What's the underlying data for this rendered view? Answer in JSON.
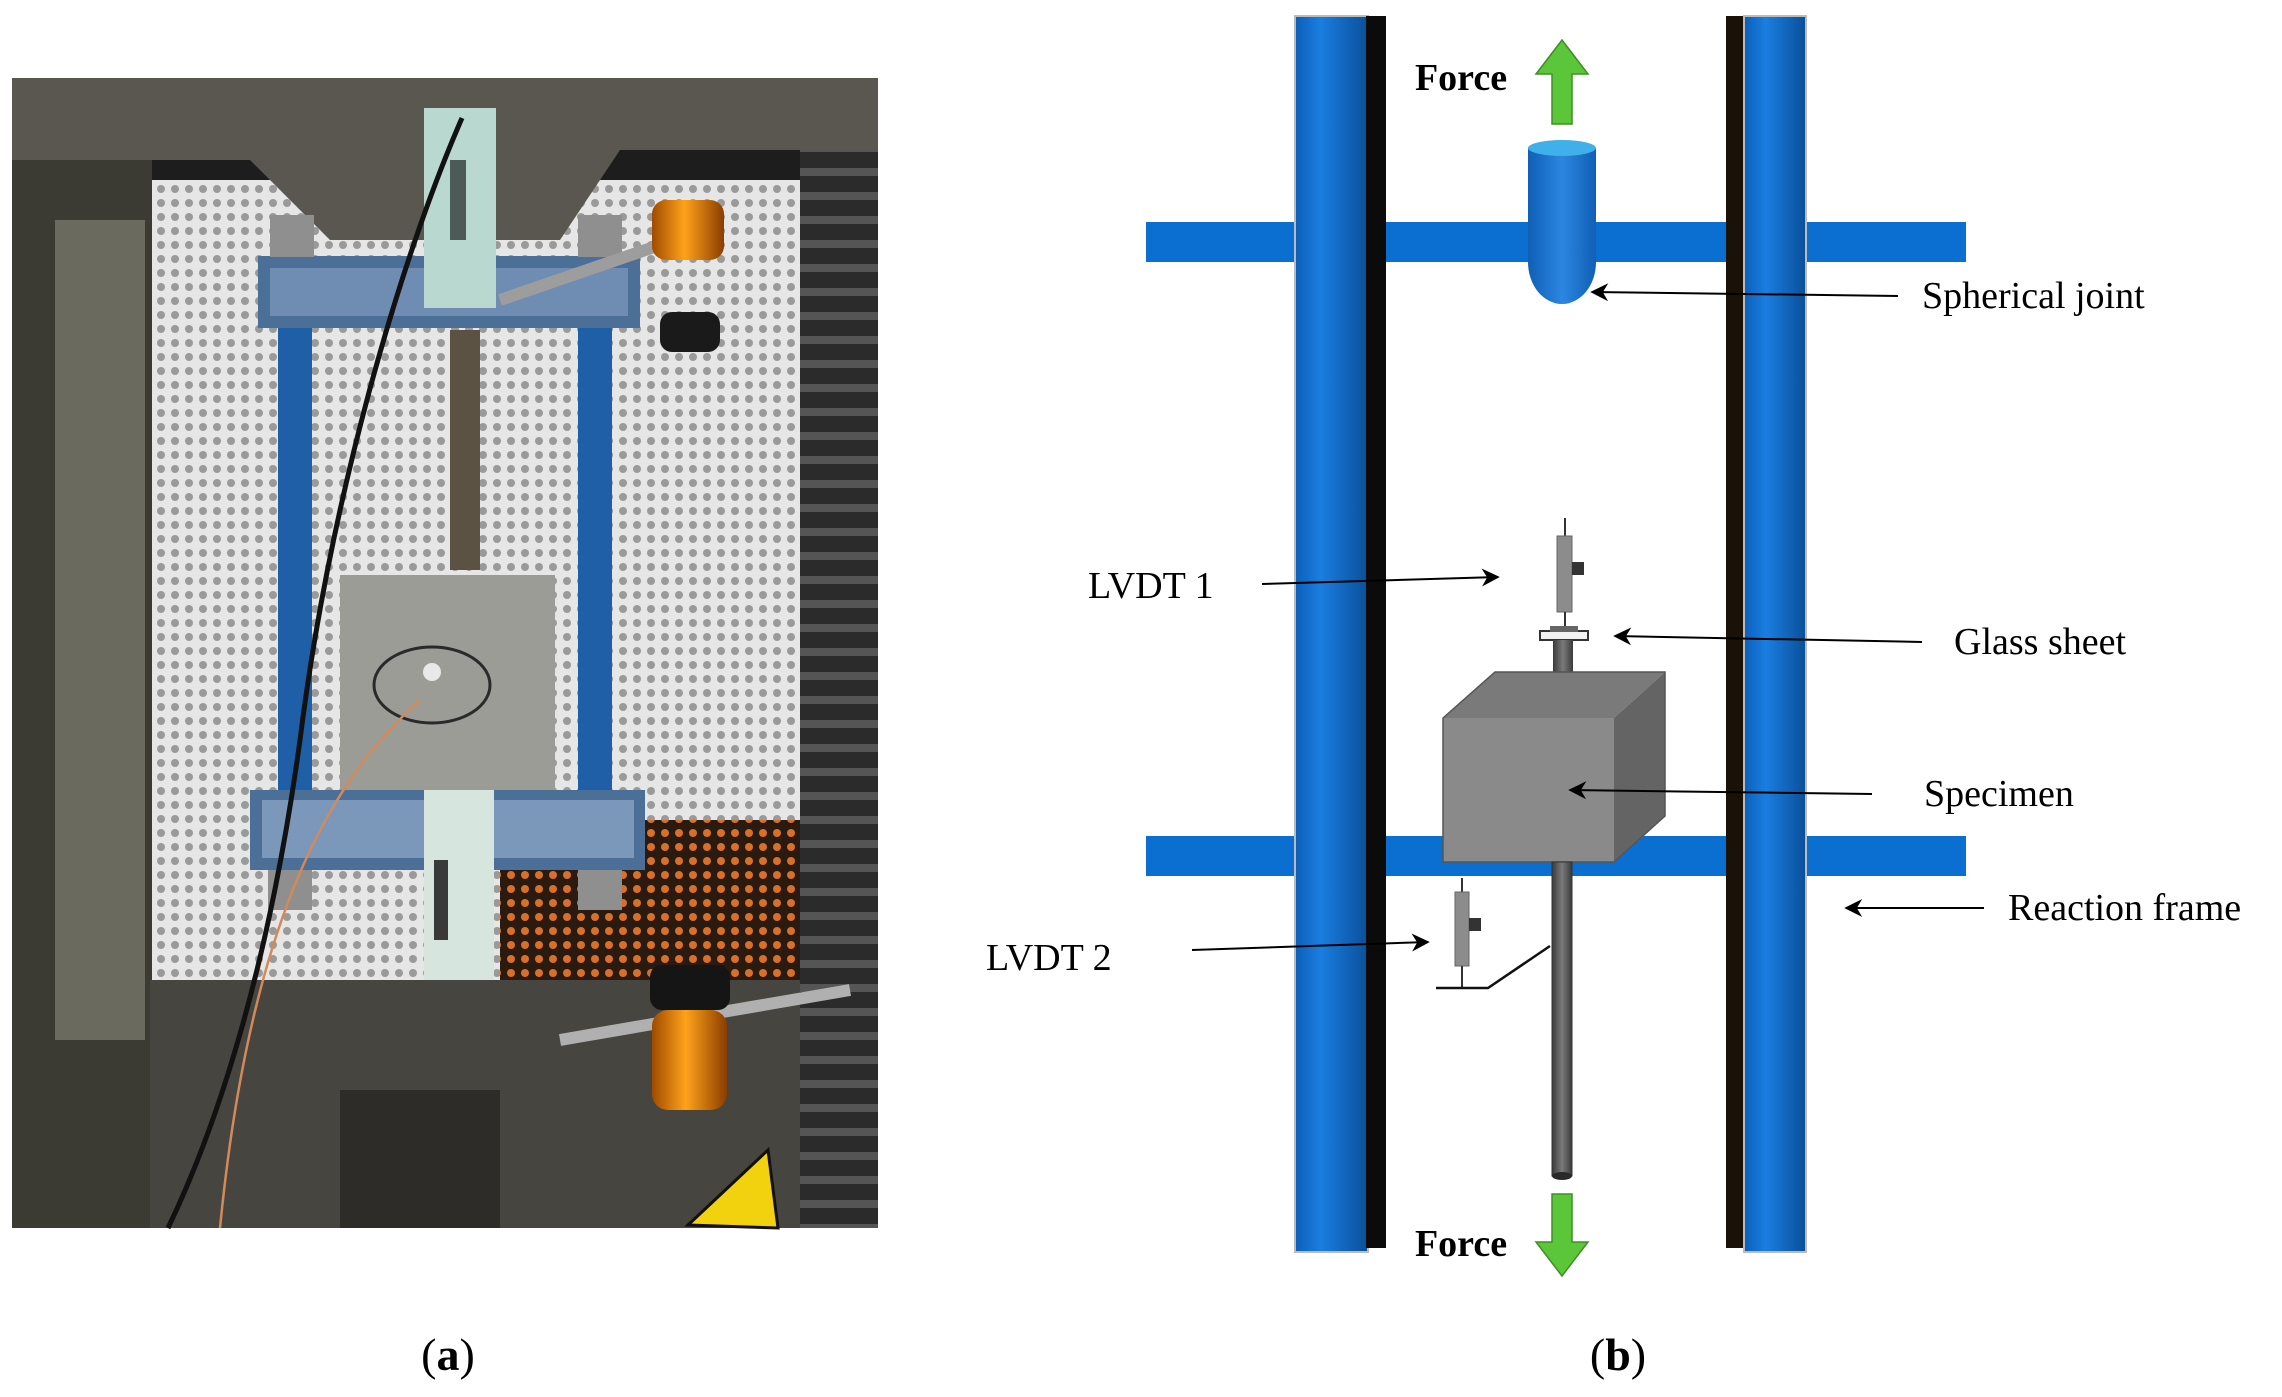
{
  "panel_a": {
    "caption_letter": "a"
  },
  "panel_b": {
    "caption_letter": "b",
    "force_top": "Force",
    "force_bottom": "Force",
    "labels": {
      "spherical_joint": "Spherical joint",
      "lvdt1": "LVDT 1",
      "glass_sheet": "Glass sheet",
      "specimen": "Specimen",
      "reaction_frame": "Reaction frame",
      "lvdt2": "LVDT 2"
    }
  },
  "colors": {
    "frame_blue": "#0a6fd1",
    "frame_dark": "#0b0b0b",
    "specimen_gray": "#8a8a8a",
    "arrow_green": "#5cc63a",
    "joint_blue": "#1b6fcf"
  }
}
